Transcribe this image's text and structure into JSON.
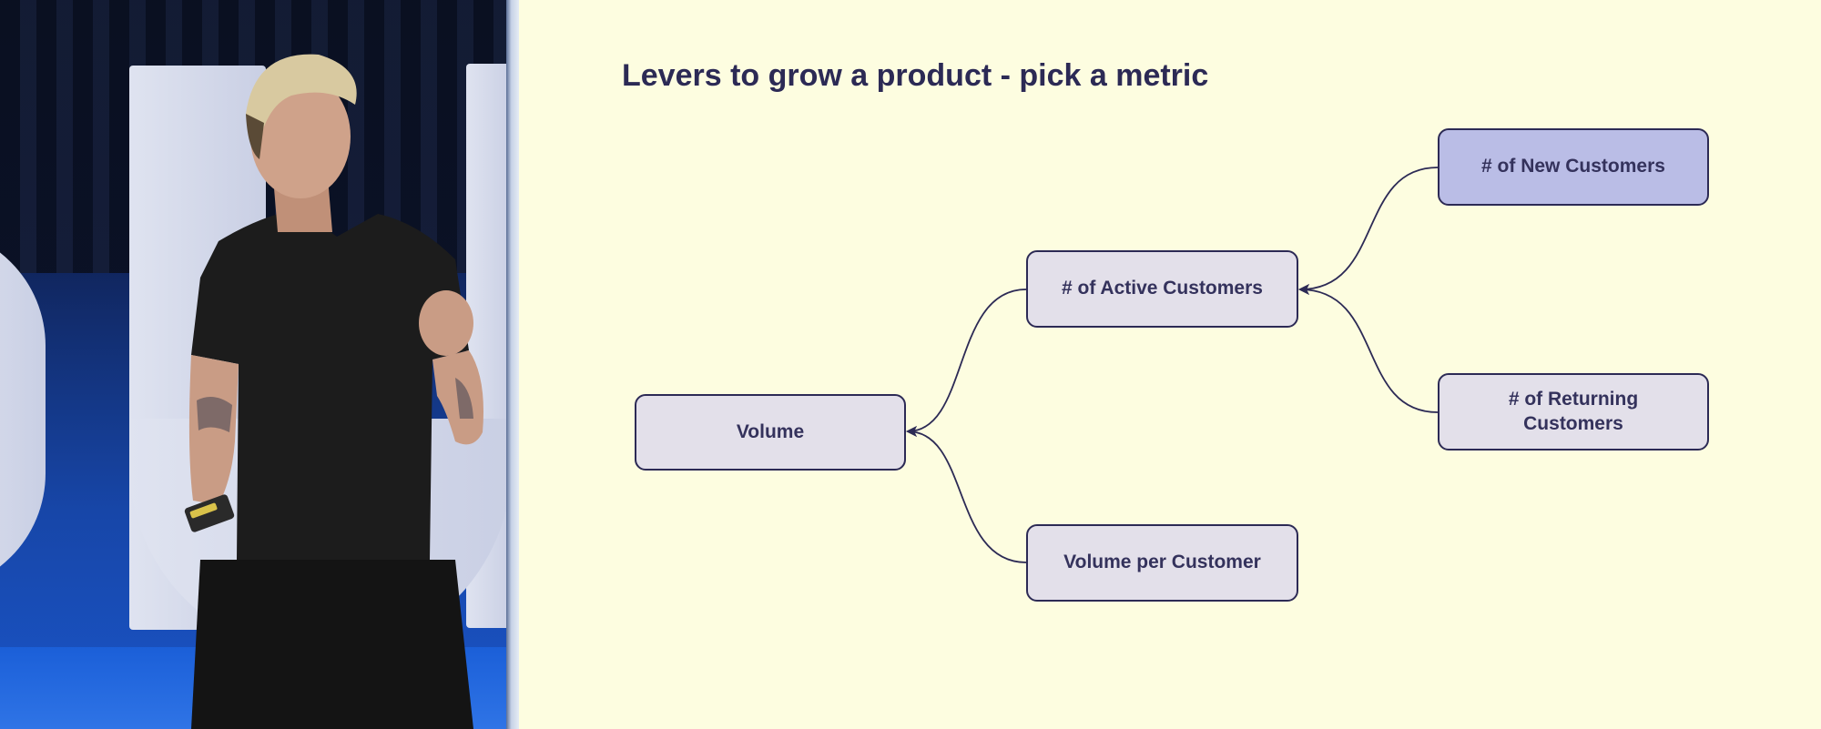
{
  "slide": {
    "title": "Levers to grow a product - pick a metric",
    "nodes": {
      "volume": "Volume",
      "active_customers": "# of Active Customers",
      "volume_per_customer": "Volume per Customer",
      "new_customers": "# of New Customers",
      "returning_customers": "# of Returning\nCustomers"
    },
    "colors": {
      "background": "#fdfde0",
      "node_fill": "#e3e0ea",
      "node_highlight_fill": "#babde6",
      "border_and_text": "#2c2a55"
    }
  },
  "tree": {
    "root": "volume",
    "children": {
      "volume": [
        "active_customers",
        "volume_per_customer"
      ],
      "active_customers": [
        "new_customers",
        "returning_customers"
      ]
    },
    "highlighted": "new_customers"
  },
  "video": {
    "description_icon": "speaker-video"
  }
}
